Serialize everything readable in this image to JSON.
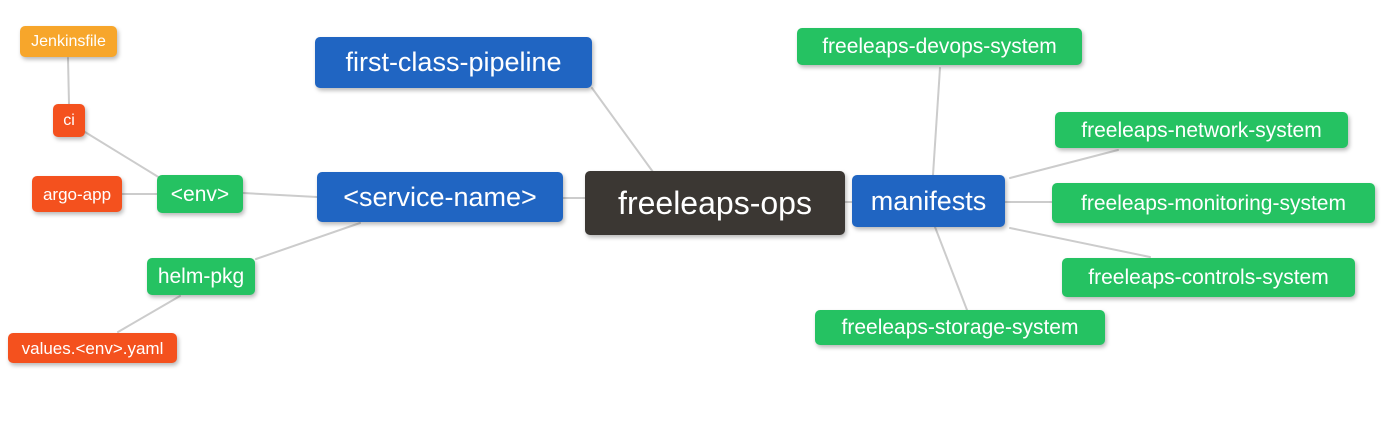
{
  "palette": {
    "blue": "#2065C2",
    "green": "#25C262",
    "red": "#F4511E",
    "orange": "#F7A62B",
    "dark": "#3B3733",
    "edge": "#CCCCCC",
    "bg": "#FFFFFF"
  },
  "nodes": {
    "root": {
      "label": "freeleaps-ops",
      "color": "dark"
    },
    "first_class_pipeline": {
      "label": "first-class-pipeline",
      "color": "blue"
    },
    "service_name": {
      "label": "<service-name>",
      "color": "blue"
    },
    "env": {
      "label": "<env>",
      "color": "green"
    },
    "ci": {
      "label": "ci",
      "color": "red"
    },
    "jenkinsfile": {
      "label": "Jenkinsfile",
      "color": "orange"
    },
    "argo_app": {
      "label": "argo-app",
      "color": "red"
    },
    "helm_pkg": {
      "label": "helm-pkg",
      "color": "green"
    },
    "values_env_yaml": {
      "label": "values.<env>.yaml",
      "color": "red"
    },
    "manifests": {
      "label": "manifests",
      "color": "blue"
    },
    "devops_system": {
      "label": "freeleaps-devops-system",
      "color": "green"
    },
    "network_system": {
      "label": "freeleaps-network-system",
      "color": "green"
    },
    "monitoring_system": {
      "label": "freeleaps-monitoring-system",
      "color": "green"
    },
    "controls_system": {
      "label": "freeleaps-controls-system",
      "color": "green"
    },
    "storage_system": {
      "label": "freeleaps-storage-system",
      "color": "green"
    }
  },
  "edges": [
    {
      "from": "jenkinsfile",
      "to": "ci"
    },
    {
      "from": "ci",
      "to": "env"
    },
    {
      "from": "argo_app",
      "to": "env"
    },
    {
      "from": "env",
      "to": "service_name"
    },
    {
      "from": "helm_pkg",
      "to": "service_name"
    },
    {
      "from": "values_env_yaml",
      "to": "helm_pkg"
    },
    {
      "from": "first_class_pipeline",
      "to": "root"
    },
    {
      "from": "service_name",
      "to": "root"
    },
    {
      "from": "root",
      "to": "manifests"
    },
    {
      "from": "manifests",
      "to": "devops_system"
    },
    {
      "from": "manifests",
      "to": "network_system"
    },
    {
      "from": "manifests",
      "to": "monitoring_system"
    },
    {
      "from": "manifests",
      "to": "controls_system"
    },
    {
      "from": "manifests",
      "to": "storage_system"
    }
  ]
}
